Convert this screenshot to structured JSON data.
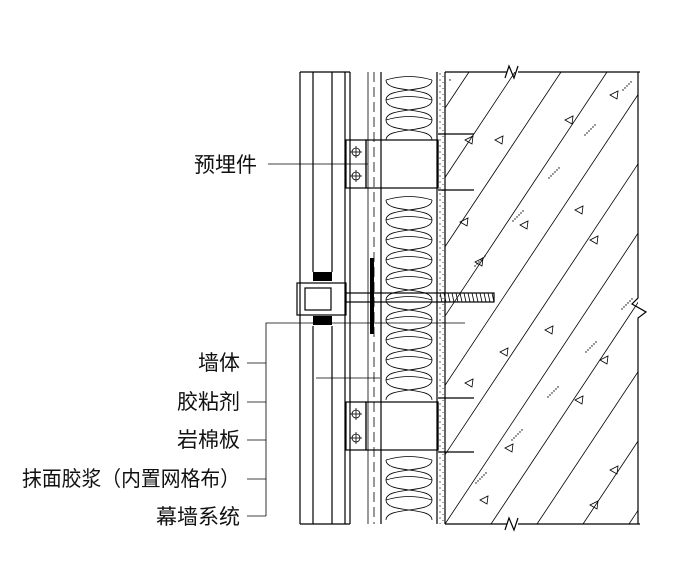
{
  "labels": {
    "embedded_part": "预埋件",
    "wall": "墙体",
    "adhesive": "胶粘剂",
    "rock_wool_board": "岩棉板",
    "plaster_mesh": "抹面胶浆（内置网格布）",
    "curtain_wall_system": "幕墙系统"
  }
}
